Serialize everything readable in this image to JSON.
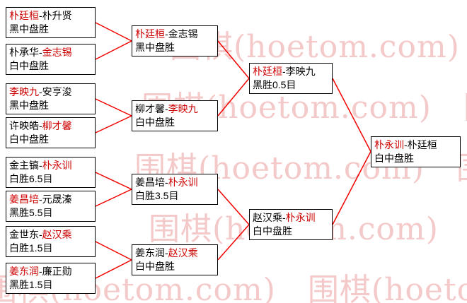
{
  "watermark": {
    "text": "围棋(hoetom.com)",
    "color": "#f4c9c9"
  },
  "separator": "-",
  "colors": {
    "connector": "#f20000",
    "winner_text": "#cc0000",
    "box_border": "#000000"
  },
  "rounds": [
    {
      "matches": [
        {
          "p1": "朴廷桓",
          "p2": "朴升贤",
          "winner": 1,
          "result": "黑中盘胜"
        },
        {
          "p1": "朴承华",
          "p2": "金志锡",
          "winner": 2,
          "result": "白中盘胜"
        },
        {
          "p1": "李映九",
          "p2": "安亨浚",
          "winner": 1,
          "result": "黑中盘胜"
        },
        {
          "p1": "许映皓",
          "p2": "柳才馨",
          "winner": 2,
          "result": "白中盘胜"
        },
        {
          "p1": "金主镐",
          "p2": "朴永训",
          "winner": 2,
          "result": "白胜6.5目"
        },
        {
          "p1": "姜昌培",
          "p2": "元晟溱",
          "winner": 1,
          "result": "黑胜5.5目"
        },
        {
          "p1": "金世东",
          "p2": "赵汉乘",
          "winner": 2,
          "result": "白胜1.5目"
        },
        {
          "p1": "姜东润",
          "p2": "廉正勋",
          "winner": 1,
          "result": "黑胜1.5目"
        }
      ]
    },
    {
      "matches": [
        {
          "p1": "朴廷桓",
          "p2": "金志锡",
          "winner": 1,
          "result": "黑中盘胜"
        },
        {
          "p1": "柳才馨",
          "p2": "李映九",
          "winner": 2,
          "result": "白中盘胜"
        },
        {
          "p1": "姜昌培",
          "p2": "朴永训",
          "winner": 2,
          "result": "白胜3.5目"
        },
        {
          "p1": "姜东润",
          "p2": "赵汉乘",
          "winner": 2,
          "result": "白中盘胜"
        }
      ]
    },
    {
      "matches": [
        {
          "p1": "朴廷桓",
          "p2": "李映九",
          "winner": 1,
          "result": "黑胜0.5目"
        },
        {
          "p1": "赵汉乘",
          "p2": "朴永训",
          "winner": 2,
          "result": "白中盘胜"
        }
      ]
    },
    {
      "matches": [
        {
          "p1": "朴永训",
          "p2": "朴廷桓",
          "winner": 1,
          "result": "白中盘胜"
        }
      ]
    }
  ]
}
